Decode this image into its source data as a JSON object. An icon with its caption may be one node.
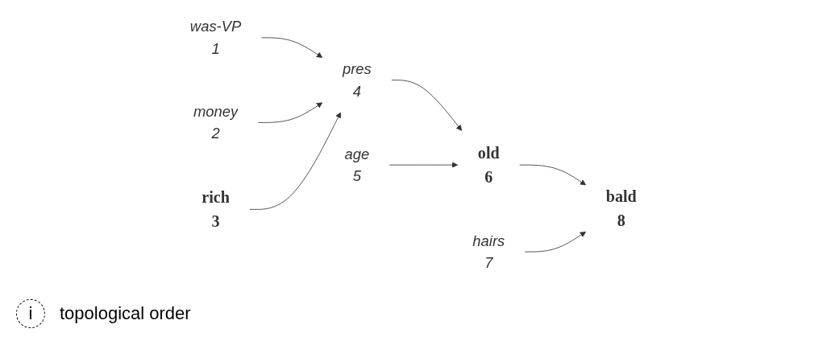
{
  "diagram": {
    "nodes": [
      {
        "text": [
          "was-VP"
        ],
        "beside": [
          "1"
        ]
      },
      {
        "text": [
          "money"
        ],
        "beside": [
          "2"
        ]
      },
      {
        "text": [
          "rich"
        ],
        "beside": [
          "3"
        ]
      },
      {
        "text": [
          "pres"
        ],
        "beside": [
          "4"
        ]
      },
      {
        "text": [
          "age"
        ],
        "beside": [
          "5"
        ]
      },
      {
        "text": [
          "old"
        ],
        "beside": [
          "6"
        ]
      },
      {
        "text": [
          "hairs"
        ],
        "beside": [
          "7"
        ]
      },
      {
        "text": [
          "bald"
        ],
        "beside": [
          "8"
        ]
      }
    ],
    "edges": [
      {
        "from": 0,
        "to": 3,
        "arrow": "to"
      },
      {
        "from": 1,
        "to": 3,
        "arrow": "to"
      },
      {
        "from": 2,
        "to": 3,
        "arrow": "to"
      },
      {
        "from": 3,
        "to": 5,
        "arrow": "to"
      },
      {
        "from": 4,
        "to": 5,
        "arrow": "to"
      },
      {
        "from": 5,
        "to": 7,
        "arrow": "to"
      },
      {
        "from": 6,
        "to": 7,
        "arrow": "to"
      }
    ],
    "labels": [
      "i"
    ],
    "legend": [
      {
        "text": "topological order"
      }
    ]
  }
}
